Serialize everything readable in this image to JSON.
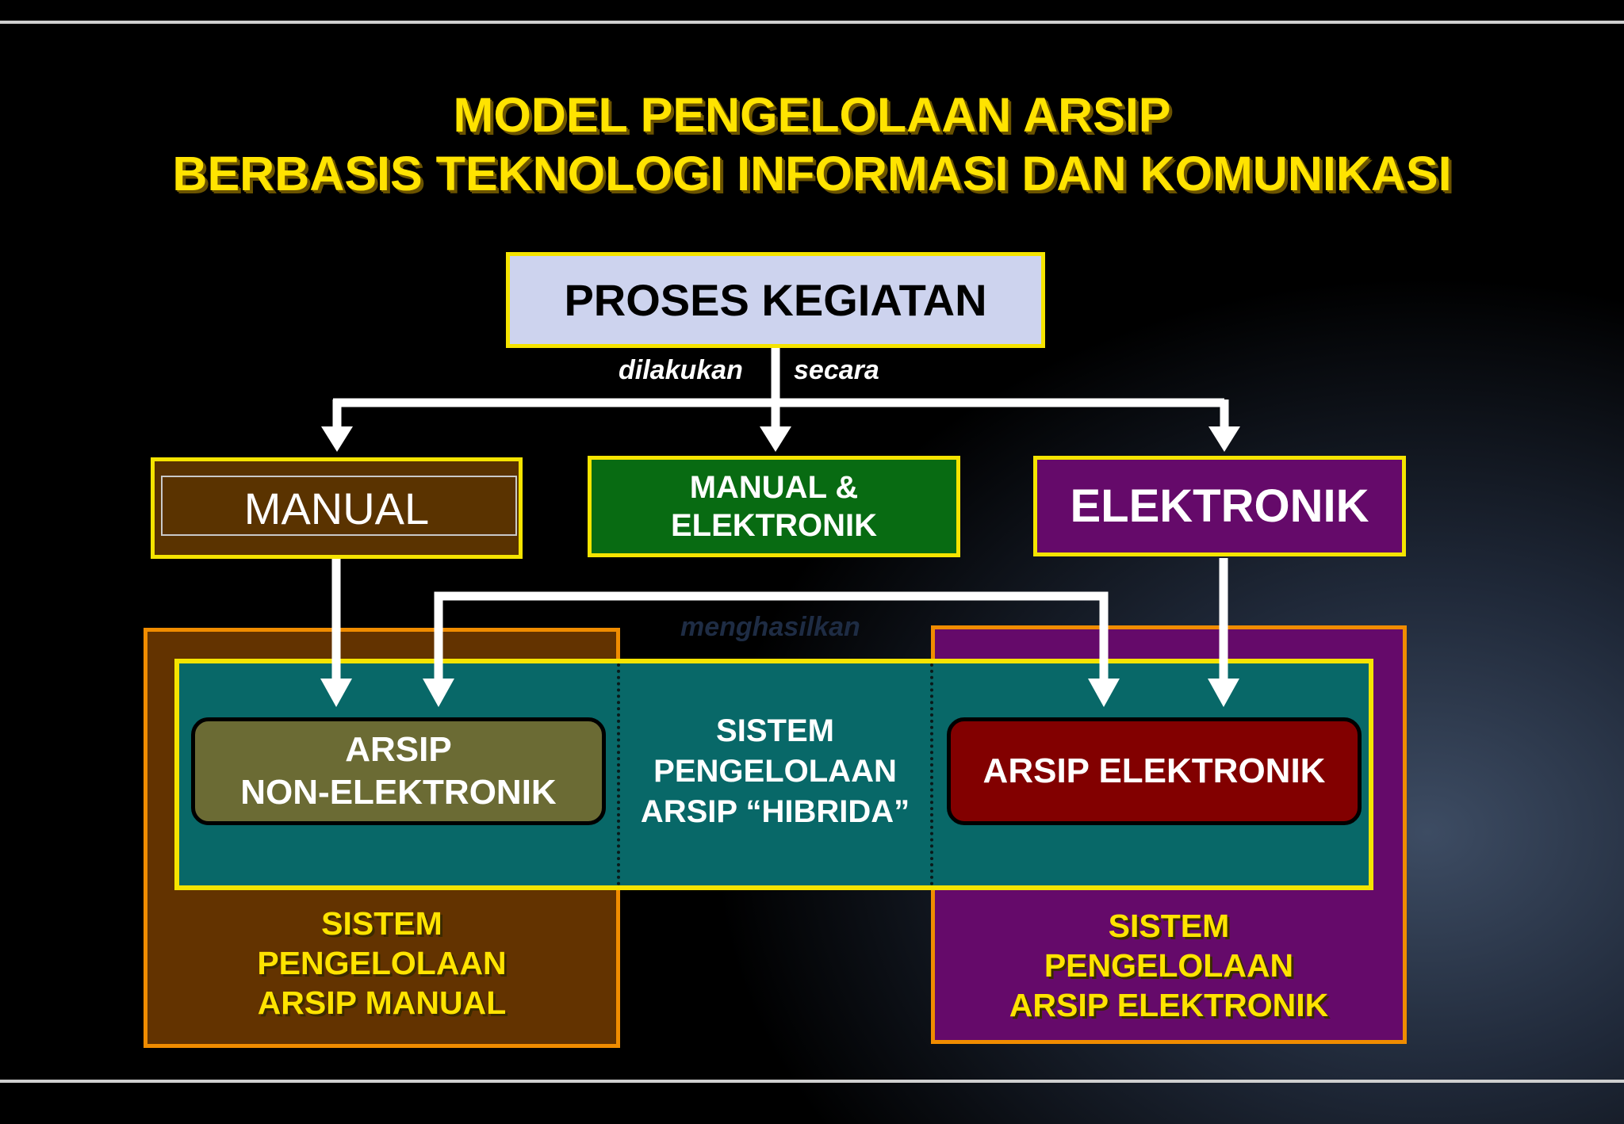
{
  "title": {
    "line1": "MODEL PENGELOLAAN ARSIP",
    "line2": "BERBASIS TEKNOLOGI INFORMASI DAN KOMUNIKASI"
  },
  "nodes": {
    "proses": "PROSES KEGIATAN",
    "manual": "MANUAL",
    "manual_elektronik": [
      "MANUAL &",
      "ELEKTRONIK"
    ],
    "elektronik": "ELEKTRONIK",
    "arsip_non": [
      "ARSIP",
      "NON-ELEKTRONIK"
    ],
    "hibrida": [
      "SISTEM",
      "PENGELOLAAN",
      "ARSIP “HIBRIDA”"
    ],
    "arsip_elektronik": "ARSIP ELEKTRONIK",
    "sistem_manual": [
      "SISTEM",
      "PENGELOLAAN",
      "ARSIP MANUAL"
    ],
    "sistem_elektronik": [
      "SISTEM",
      "PENGELOLAAN",
      "ARSIP ELEKTRONIK"
    ]
  },
  "labels": {
    "dilakukan": "dilakukan",
    "secara": "secara",
    "menghasilkan": "menghasilkan"
  },
  "colors": {
    "title_yellow": "#ffe300",
    "box_border_yellow": "#f5e400",
    "proses_fill": "#cdd3ee",
    "manual_fill": "#5a3300",
    "manual_elektronik_fill": "#086b12",
    "elektronik_fill": "#650a6a",
    "sistem_manual_fill": "#633300",
    "sistem_elektronik_fill": "#650a6a",
    "outer_border_orange": "#f08c00",
    "hibrida_band_fill": "#086868",
    "arsip_non_fill": "#6b6b34",
    "arsip_elektronik_fill": "#820000"
  }
}
